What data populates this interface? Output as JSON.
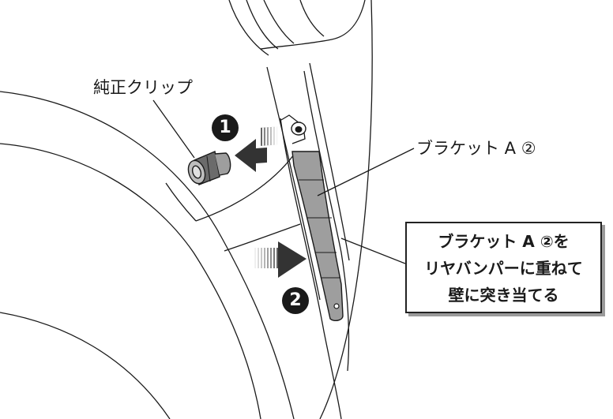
{
  "labels": {
    "clip": "純正クリップ",
    "bracket": "ブラケット A ②"
  },
  "steps": {
    "step1": "1",
    "step2": "2"
  },
  "callout": {
    "line1": "ブラケット A ②を",
    "line2": "リヤバンパーに重ねて",
    "line3": "壁に突き当てる"
  },
  "icons": {
    "arrow_remove": "arrow-left-icon",
    "arrow_push": "arrow-right-icon",
    "clip": "push-clip-icon"
  },
  "colors": {
    "line": "#1a1a1a",
    "bracket_fill": "#9e9e9e",
    "shadow": "#9a9a9a"
  }
}
